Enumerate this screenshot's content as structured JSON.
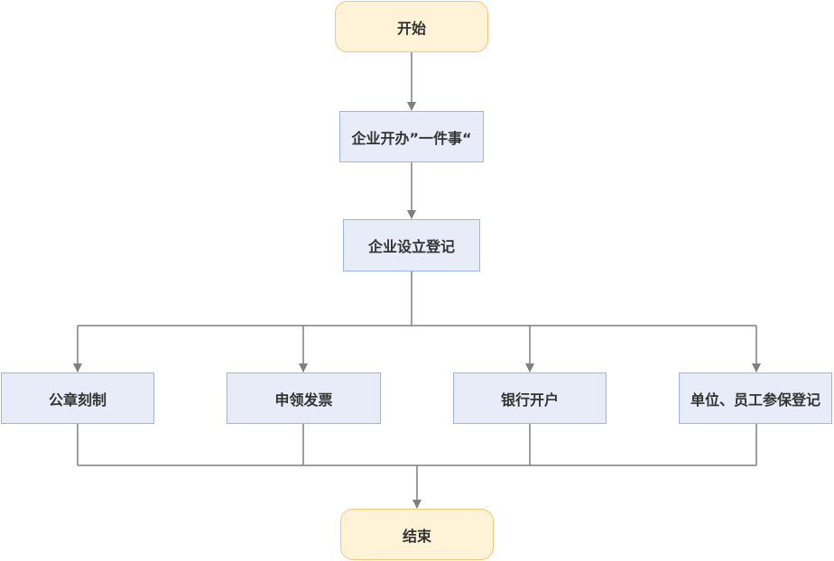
{
  "nodes": {
    "start": "开始",
    "one_stop": "企业开办”一件事“",
    "registration": "企业设立登记",
    "seal": "公章刻制",
    "invoice": "申领发票",
    "bank": "银行开户",
    "insurance": "单位、员工参保登记",
    "end": "结束"
  },
  "colors": {
    "terminal_fill": "#fef2d7",
    "terminal_border": "#f1c879",
    "process_fill": "#e8ecf8",
    "process_border": "#9fb4e6",
    "connector": "#7f7f7f",
    "text": "#333333"
  }
}
